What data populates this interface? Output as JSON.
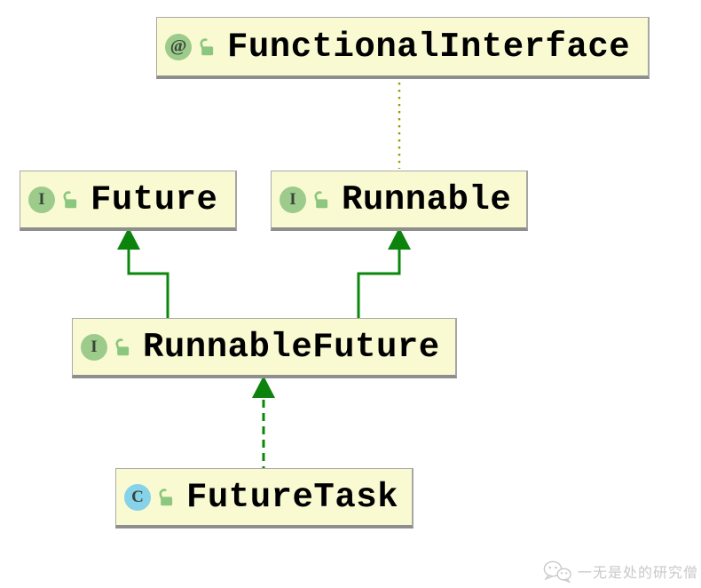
{
  "colors": {
    "canvas-bg": "#ffffff",
    "node-fill": "#fafad2",
    "node-border": "#aaaaaa",
    "node-shadow-bottom": "#8e8e8e",
    "node-shadow-right": "#a6a6a6",
    "edge-green": "#0b870b",
    "arrow-green": "#0c830c",
    "edge-olive": "#999900",
    "interface-icon-green": "#9ccb8c",
    "class-icon-blue": "#86d2e8",
    "lock-green": "#8cc77f",
    "icon-letter": "#38463a",
    "label-black": "#000000",
    "watermark-gray": "#c9c9c9"
  },
  "diagram": {
    "nodes": [
      {
        "id": "functional-interface",
        "label": "FunctionalInterface",
        "kind": "annotation",
        "icon_glyph": "@",
        "access": "public-unlocked"
      },
      {
        "id": "future",
        "label": "Future",
        "kind": "interface",
        "icon_glyph": "I",
        "access": "public-unlocked"
      },
      {
        "id": "runnable",
        "label": "Runnable",
        "kind": "interface",
        "icon_glyph": "I",
        "access": "public-unlocked"
      },
      {
        "id": "runnable-future",
        "label": "RunnableFuture",
        "kind": "interface",
        "icon_glyph": "I",
        "access": "public-unlocked"
      },
      {
        "id": "future-task",
        "label": "FutureTask",
        "kind": "class",
        "icon_glyph": "C",
        "access": "public-unlocked"
      }
    ],
    "edges": [
      {
        "from": "runnable",
        "to": "functional-interface",
        "style": "dotted",
        "relation": "annotated-with"
      },
      {
        "from": "runnable-future",
        "to": "future",
        "style": "solid",
        "relation": "extends"
      },
      {
        "from": "runnable-future",
        "to": "runnable",
        "style": "solid",
        "relation": "extends"
      },
      {
        "from": "future-task",
        "to": "runnable-future",
        "style": "dashed",
        "relation": "implements"
      }
    ]
  },
  "watermark": {
    "icon": "wechat-icon",
    "text": "一无是处的研究僧"
  }
}
